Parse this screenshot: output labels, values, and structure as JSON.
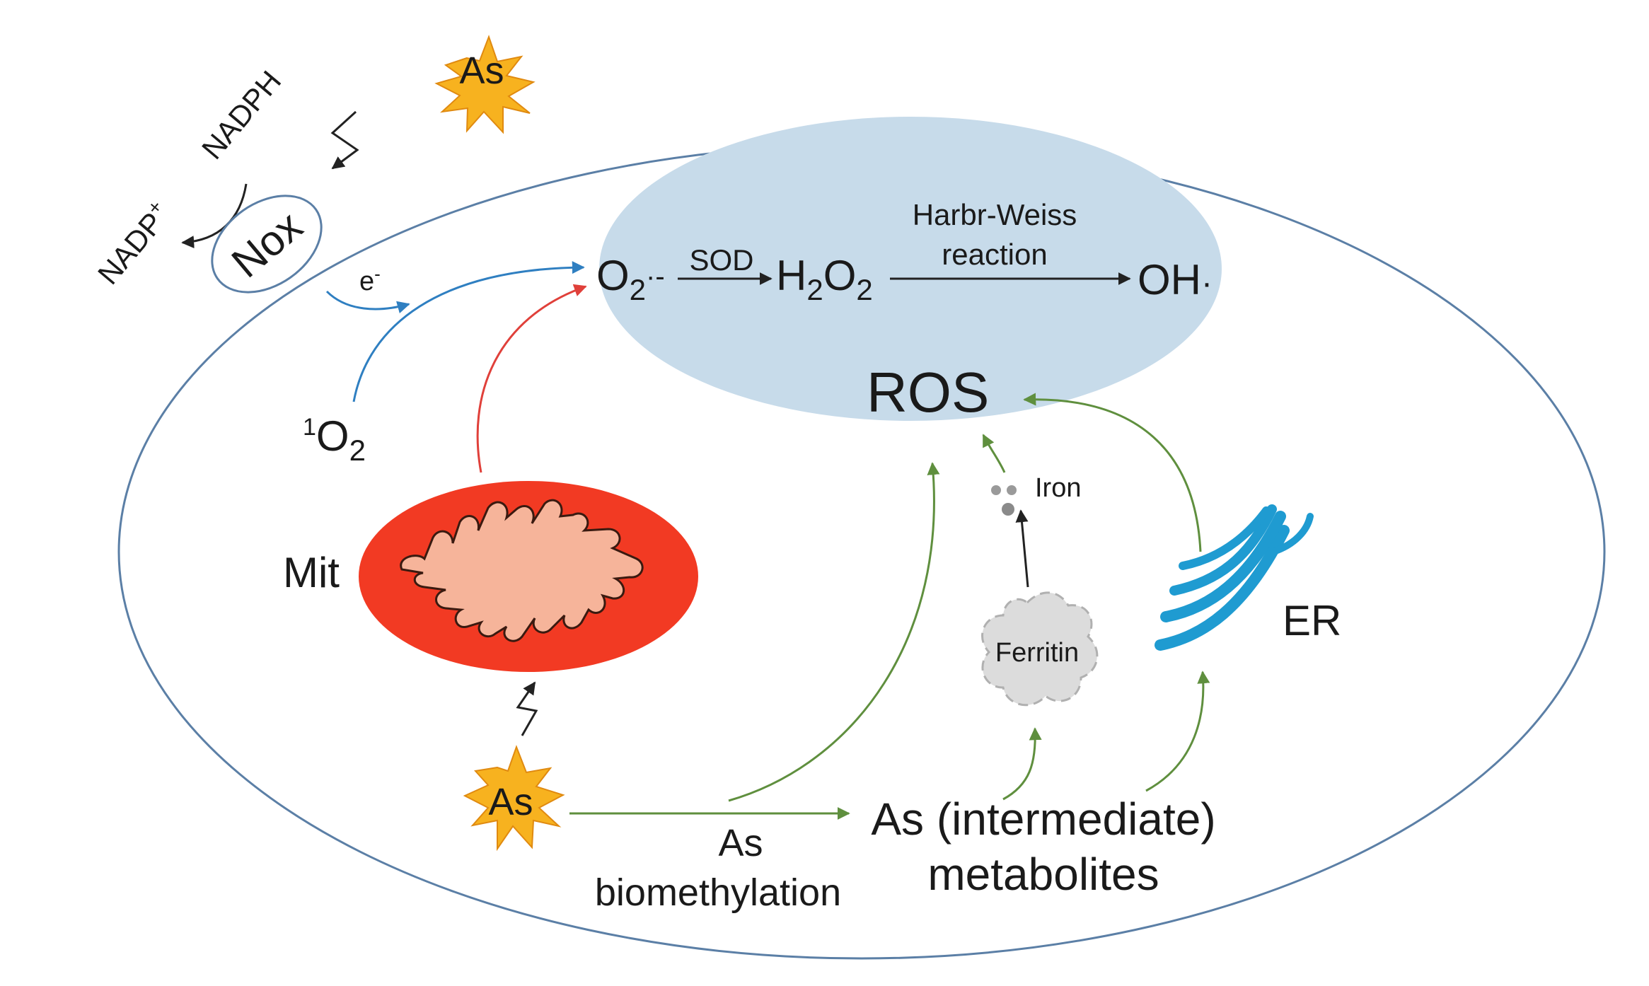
{
  "labels": {
    "as_top": "As",
    "nadp_plus": "NADP",
    "nadp_plus_sup": "+",
    "nadph": "NADPH",
    "nox": "Nox",
    "electron": "e",
    "electron_sup": "-",
    "singlet_o2_sup": "1",
    "singlet_o2_main": "O",
    "singlet_o2_sub": "2",
    "superoxide_main": "O",
    "superoxide_sub": "2",
    "superoxide_dot": "·-",
    "sod": "SOD",
    "h2o2_h": "H",
    "h2o2_2a": "2",
    "h2o2_o": "O",
    "h2o2_2b": "2",
    "haber_weiss_line1": "Harbr-Weiss",
    "haber_weiss_line2": "reaction",
    "hydroxyl": "OH",
    "hydroxyl_dot": "·",
    "ros": "ROS",
    "mit": "Mit",
    "iron": "Iron",
    "ferritin": "Ferritin",
    "er": "ER",
    "as_bottom": "As",
    "biomethylation_line1": "As",
    "biomethylation_line2": "biomethylation",
    "metabolites_line1": "As (intermediate)",
    "metabolites_line2": "metabolites"
  },
  "colors": {
    "cell_outline": "#5b7fa6",
    "ros_region": "#c7dbea",
    "arsenic_star": "#f7b21f",
    "mitochondrion_outer": "#f23a23",
    "mitochondrion_inner": "#f6b49a",
    "er": "#1f9bd1",
    "ferritin": "#dcdcdc",
    "arrow_blue": "#2f7fc1",
    "arrow_red": "#e0403a",
    "arrow_green": "#5f8f3e",
    "arrow_black": "#222222"
  }
}
